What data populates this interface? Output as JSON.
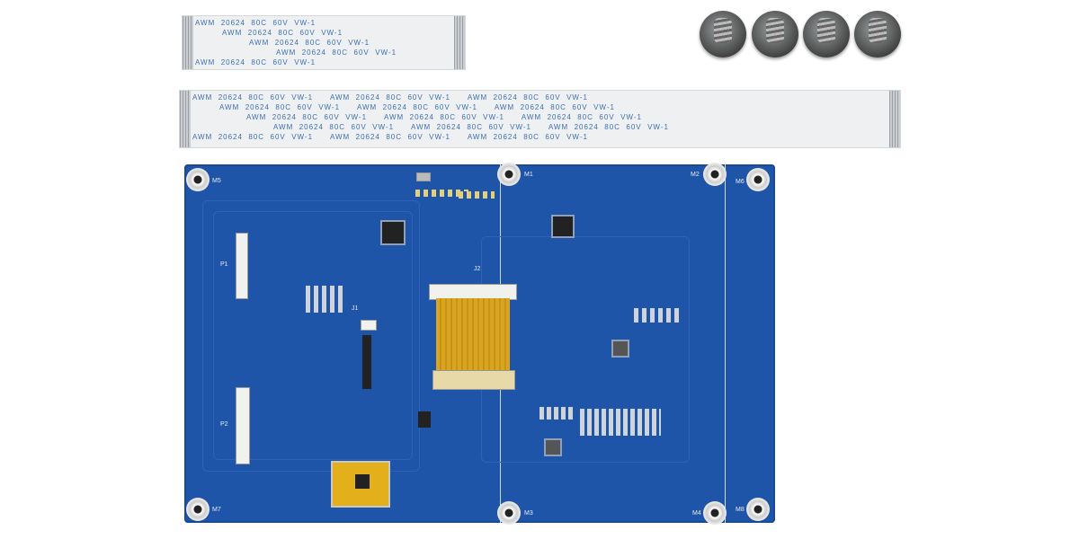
{
  "cable_text": "AWM  20624  80C  60V  VW-1",
  "board_labels": {
    "m1": "M1",
    "m2": "M2",
    "m3": "M3",
    "m4": "M4",
    "m5": "M5",
    "m6": "M6",
    "m7": "M7",
    "m8": "M8",
    "j1": "J1",
    "j2": "J2",
    "p1": "P1",
    "p2": "P2"
  },
  "colors": {
    "pcb": "#1f55a8",
    "flex": "#d9a520"
  }
}
